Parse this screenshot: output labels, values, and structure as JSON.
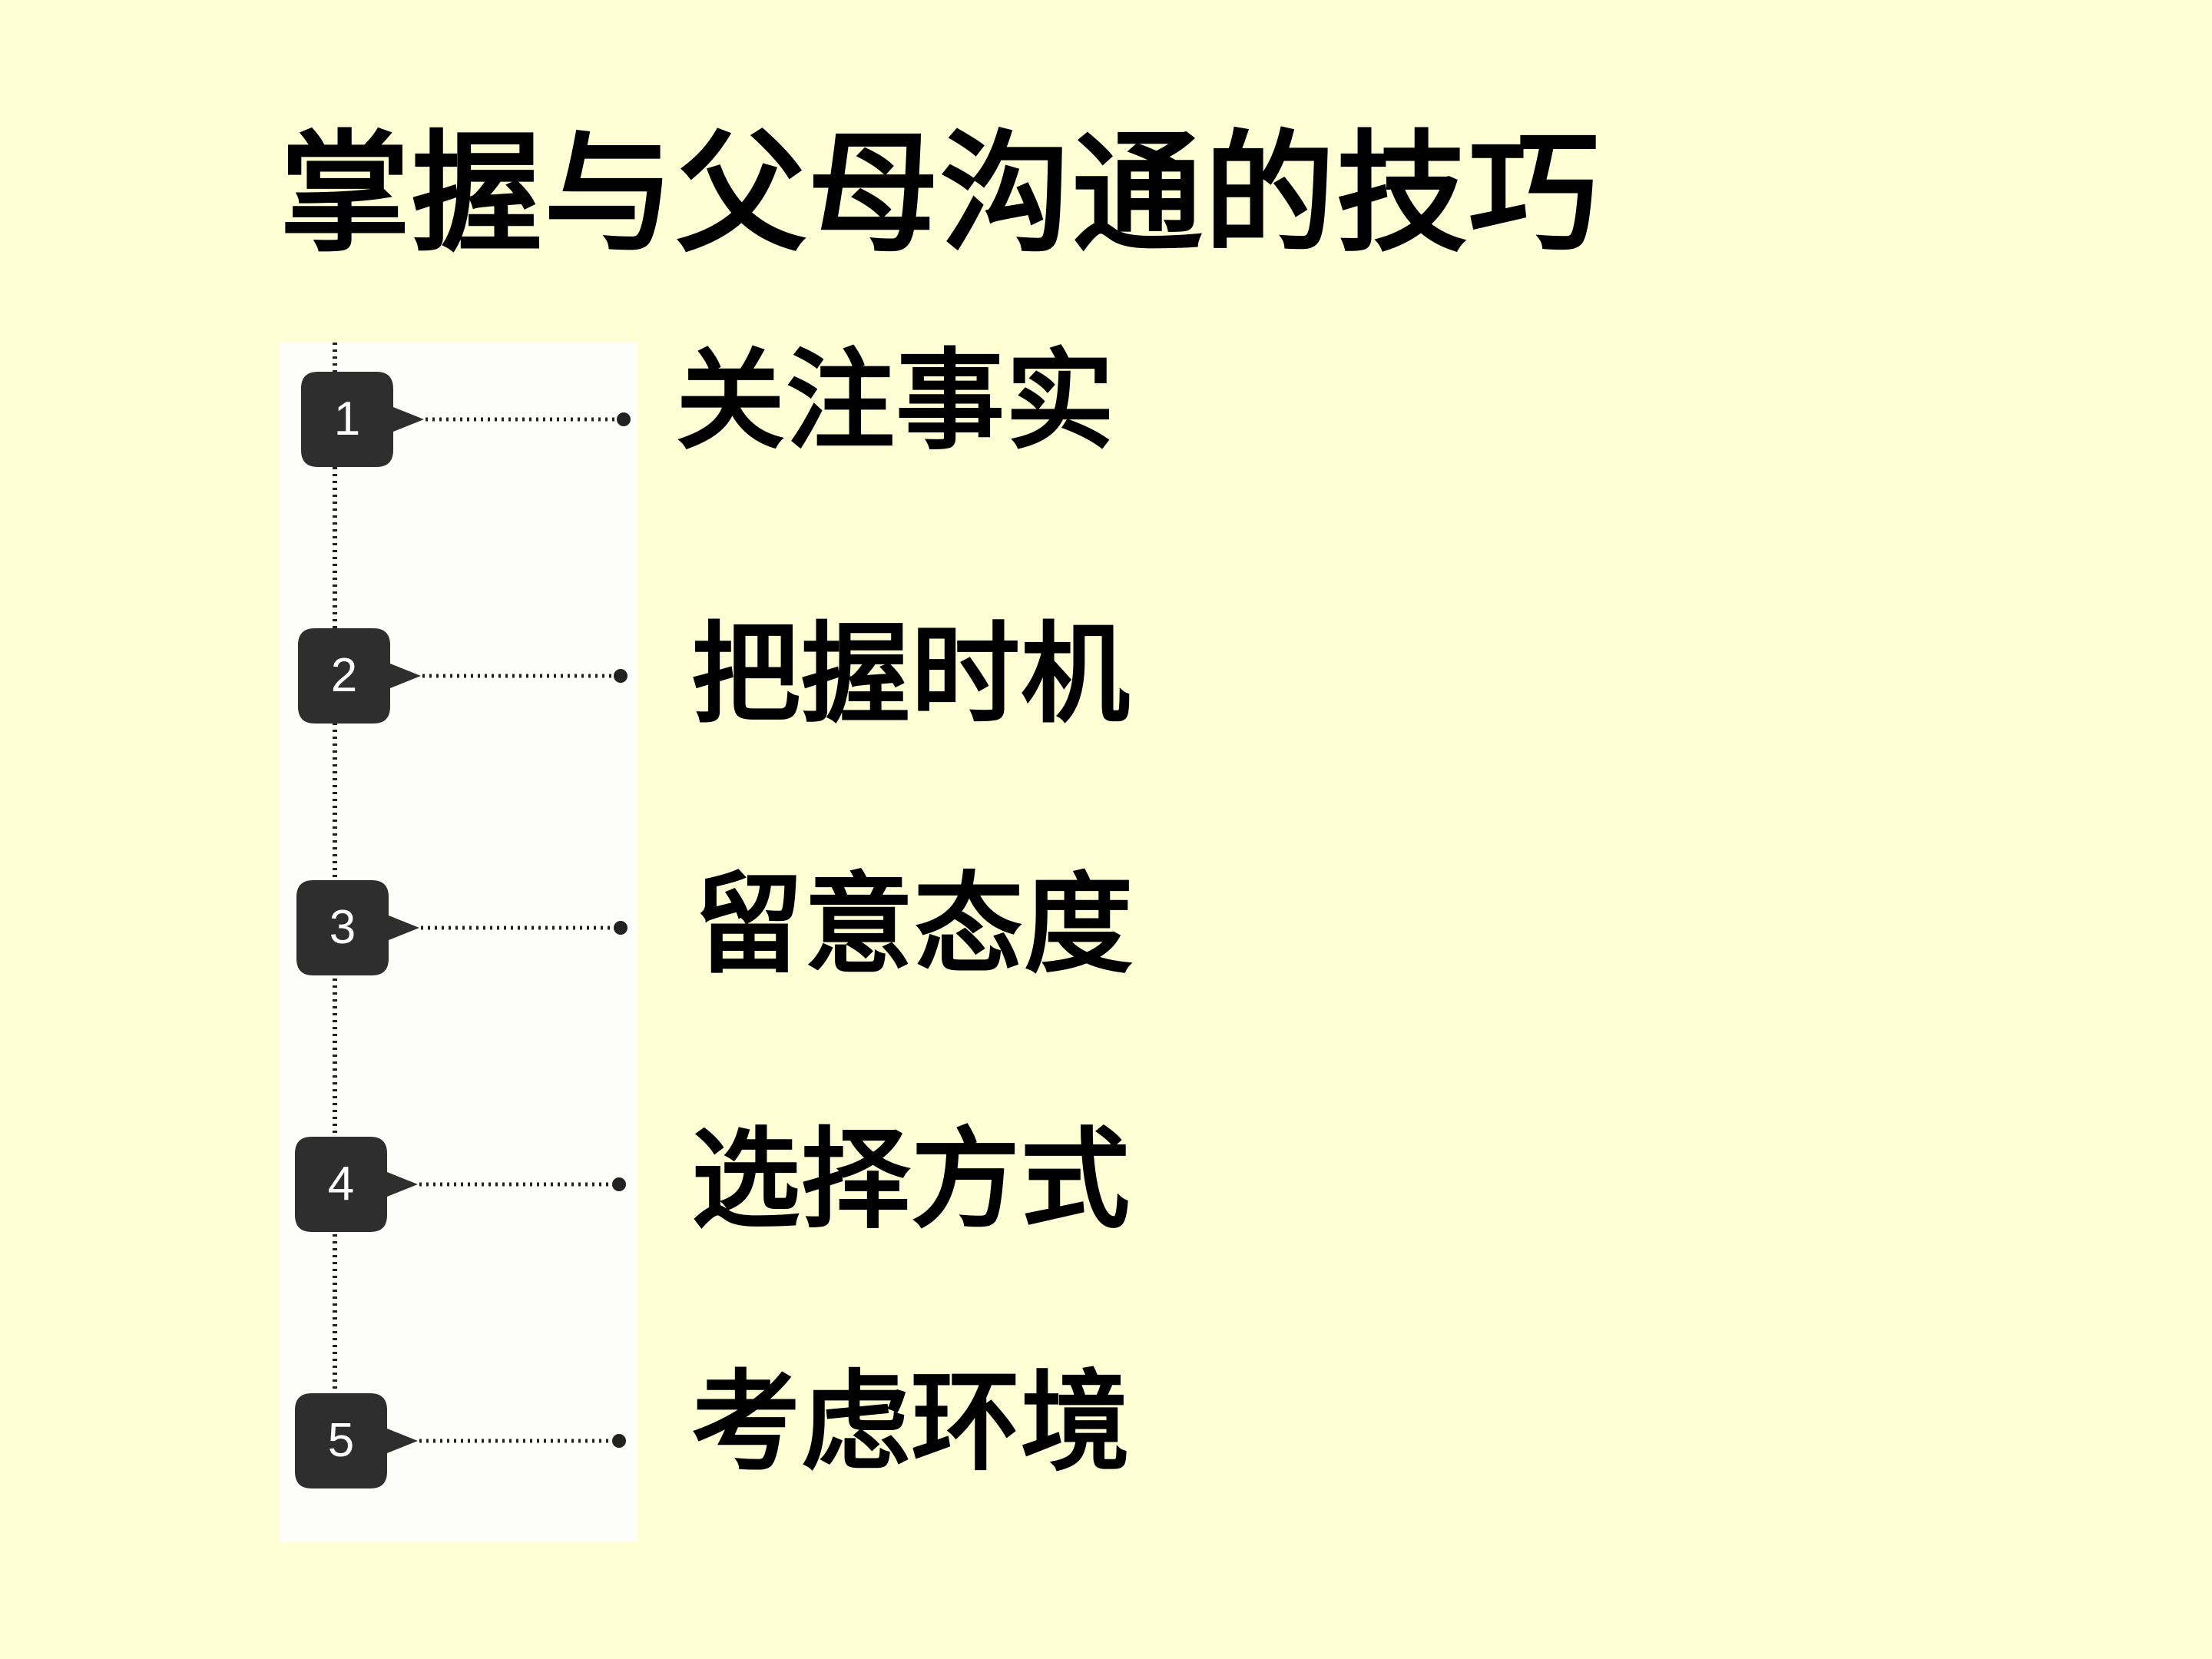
{
  "title": "掌握与父母沟通的技巧",
  "steps": [
    {
      "number": "1",
      "label": "关注事实"
    },
    {
      "number": "2",
      "label": "把握时机"
    },
    {
      "number": "3",
      "label": "留意态度"
    },
    {
      "number": "4",
      "label": "选择方式"
    },
    {
      "number": "5",
      "label": "考虑环境"
    }
  ],
  "colors": {
    "background": "#ffffd6",
    "panel": "#fdfdfa",
    "badge": "#2e2e2e",
    "text": "#000000"
  }
}
